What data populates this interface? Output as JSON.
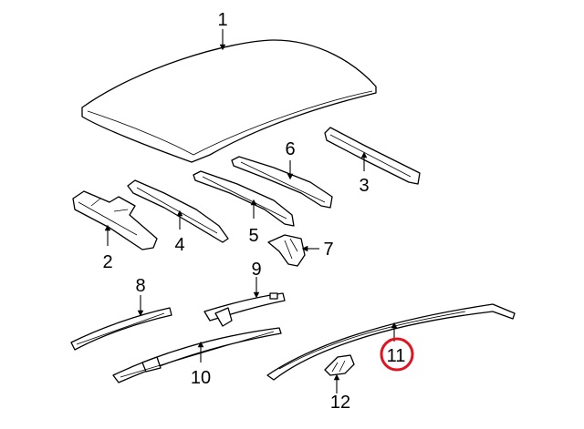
{
  "callouts": {
    "p1": "1",
    "p2": "2",
    "p3": "3",
    "p4": "4",
    "p5": "5",
    "p6": "6",
    "p7": "7",
    "p8": "8",
    "p9": "9",
    "p10": "10",
    "p11": "11",
    "p12": "12"
  },
  "highlight": {
    "callout": "11",
    "color": "#e0141e"
  }
}
